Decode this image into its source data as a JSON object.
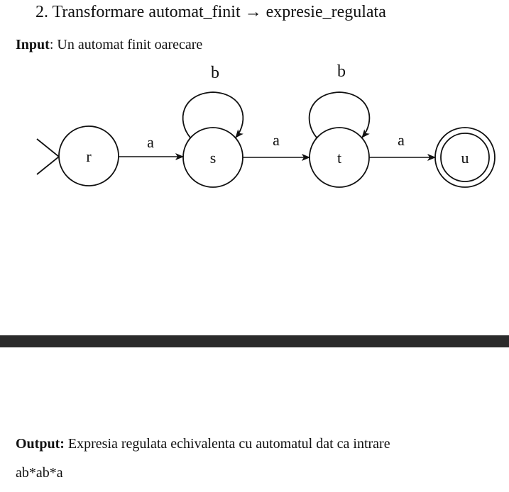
{
  "heading": {
    "number": "2.",
    "title": "Transformare automat_finit → expresie_regulata"
  },
  "input": {
    "label": "Input",
    "text": ": Un automat finit oarecare"
  },
  "automaton": {
    "states": [
      {
        "id": "r",
        "label": "r",
        "initial": true,
        "accepting": false
      },
      {
        "id": "s",
        "label": "s",
        "initial": false,
        "accepting": false
      },
      {
        "id": "t",
        "label": "t",
        "initial": false,
        "accepting": false
      },
      {
        "id": "u",
        "label": "u",
        "initial": false,
        "accepting": true
      }
    ],
    "transitions": [
      {
        "from": "r",
        "to": "s",
        "symbol": "a"
      },
      {
        "from": "s",
        "to": "s",
        "symbol": "b"
      },
      {
        "from": "s",
        "to": "t",
        "symbol": "a"
      },
      {
        "from": "t",
        "to": "t",
        "symbol": "b"
      },
      {
        "from": "t",
        "to": "u",
        "symbol": "a"
      }
    ]
  },
  "output": {
    "label": "Output:",
    "text": " Expresia regulata echivalenta cu automatul dat ca intrare"
  },
  "regex": "ab*ab*a"
}
